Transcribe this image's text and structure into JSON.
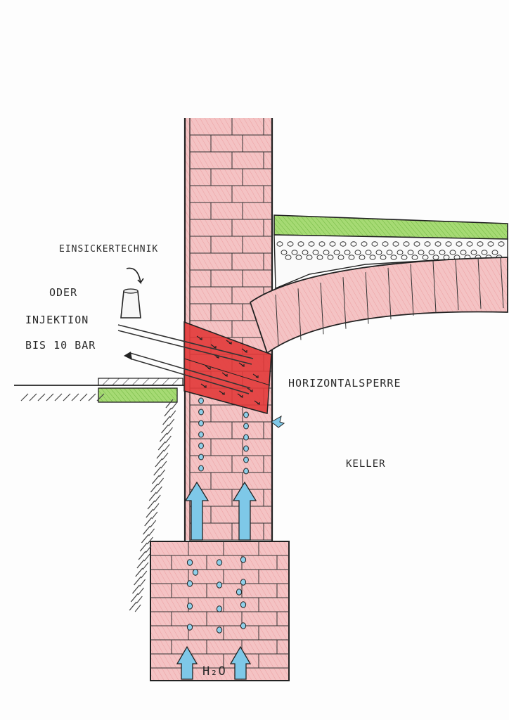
{
  "labels": {
    "technique": "EINSICKERTECHNIK",
    "or": "ODER",
    "injection": "INJEKTION",
    "pressure": "BIS 10 BAR",
    "barrier": "HORIZONTALSPERRE",
    "cellar": "KELLER",
    "water": "H₂O"
  },
  "colors": {
    "brick": "#f3c7c8",
    "brick_line": "#333333",
    "barrier": "#e23a3a",
    "grass": "#8ecf5a",
    "water": "#7ec8e8",
    "ground_hatch": "#555555"
  }
}
